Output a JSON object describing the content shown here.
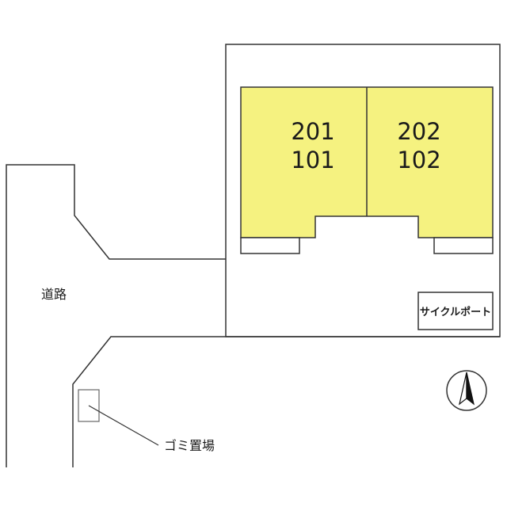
{
  "units": {
    "left": {
      "upper": "201",
      "lower": "101"
    },
    "right": {
      "upper": "202",
      "lower": "102"
    }
  },
  "labels": {
    "road": "道路",
    "garbage": "ゴミ置場",
    "cycle_port": "サイクルポート"
  },
  "colors": {
    "building_fill": "#f5f280",
    "line": "#333333"
  }
}
